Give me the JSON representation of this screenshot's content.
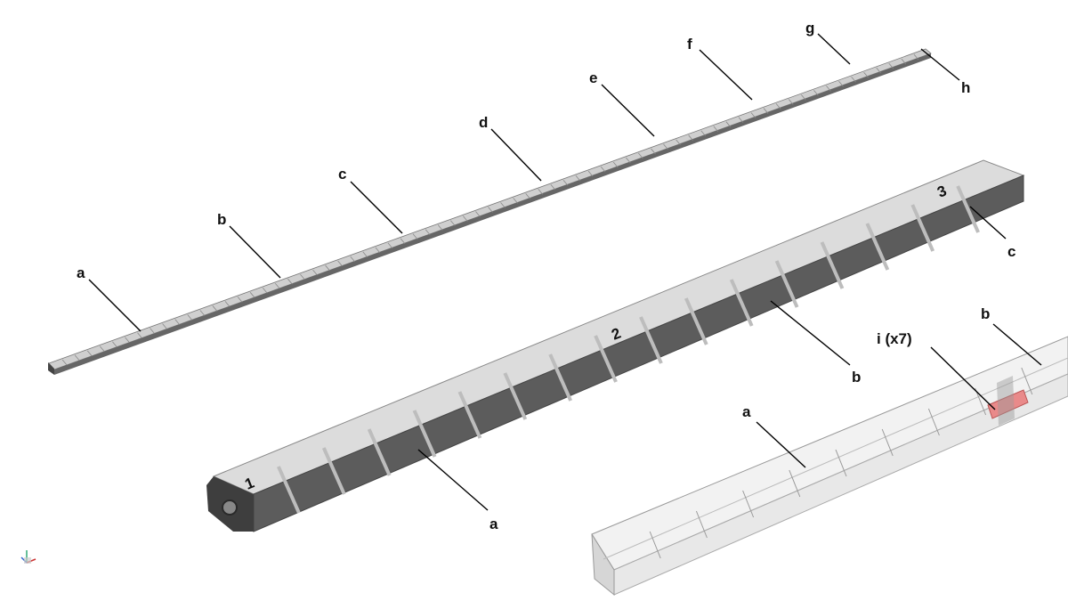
{
  "top_rail": {
    "labels": [
      "a",
      "b",
      "c",
      "d",
      "e",
      "f",
      "g",
      "h"
    ]
  },
  "middle_rail": {
    "labels": [
      "a",
      "b",
      "c"
    ],
    "cell_numbers": [
      "1",
      "2",
      "3"
    ]
  },
  "bottom_rail": {
    "labels": [
      "a",
      "b",
      "i (x7)"
    ]
  },
  "colors": {
    "rail_top_face": "#d9d9d9",
    "rail_side_face": "#5a5a5a",
    "transparent_rail": "#e6e6e6",
    "highlight_part": "#e98a8a"
  },
  "icons": [
    "axis-triad-icon"
  ]
}
